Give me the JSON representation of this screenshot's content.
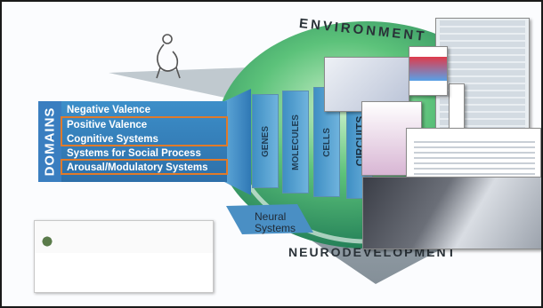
{
  "diagram": {
    "environment_label": "ENVIRONMENT",
    "neurodevelopment_label": "NEURODEVELOPMENT",
    "domains_label": "DOMAINS",
    "domains": [
      "Negative Valence",
      "Positive Valence",
      "Cognitive Systems",
      "Systems for Social Process",
      "Arousal/Modulatory Systems"
    ],
    "highlighted_domains": [
      "Positive Valence",
      "Cognitive Systems",
      "Arousal/Modulatory Systems"
    ],
    "units_of_analysis": [
      "GENES",
      "MOLECULES",
      "CELLS",
      "CIRCUITS"
    ],
    "neural_systems_line1": "Neural",
    "neural_systems_line2": "Systems"
  },
  "colors": {
    "domain_bar": "#3d8fc9",
    "highlight": "#e07a2a",
    "sphere": "#3fae6a",
    "panels": "#4f9fd2"
  }
}
